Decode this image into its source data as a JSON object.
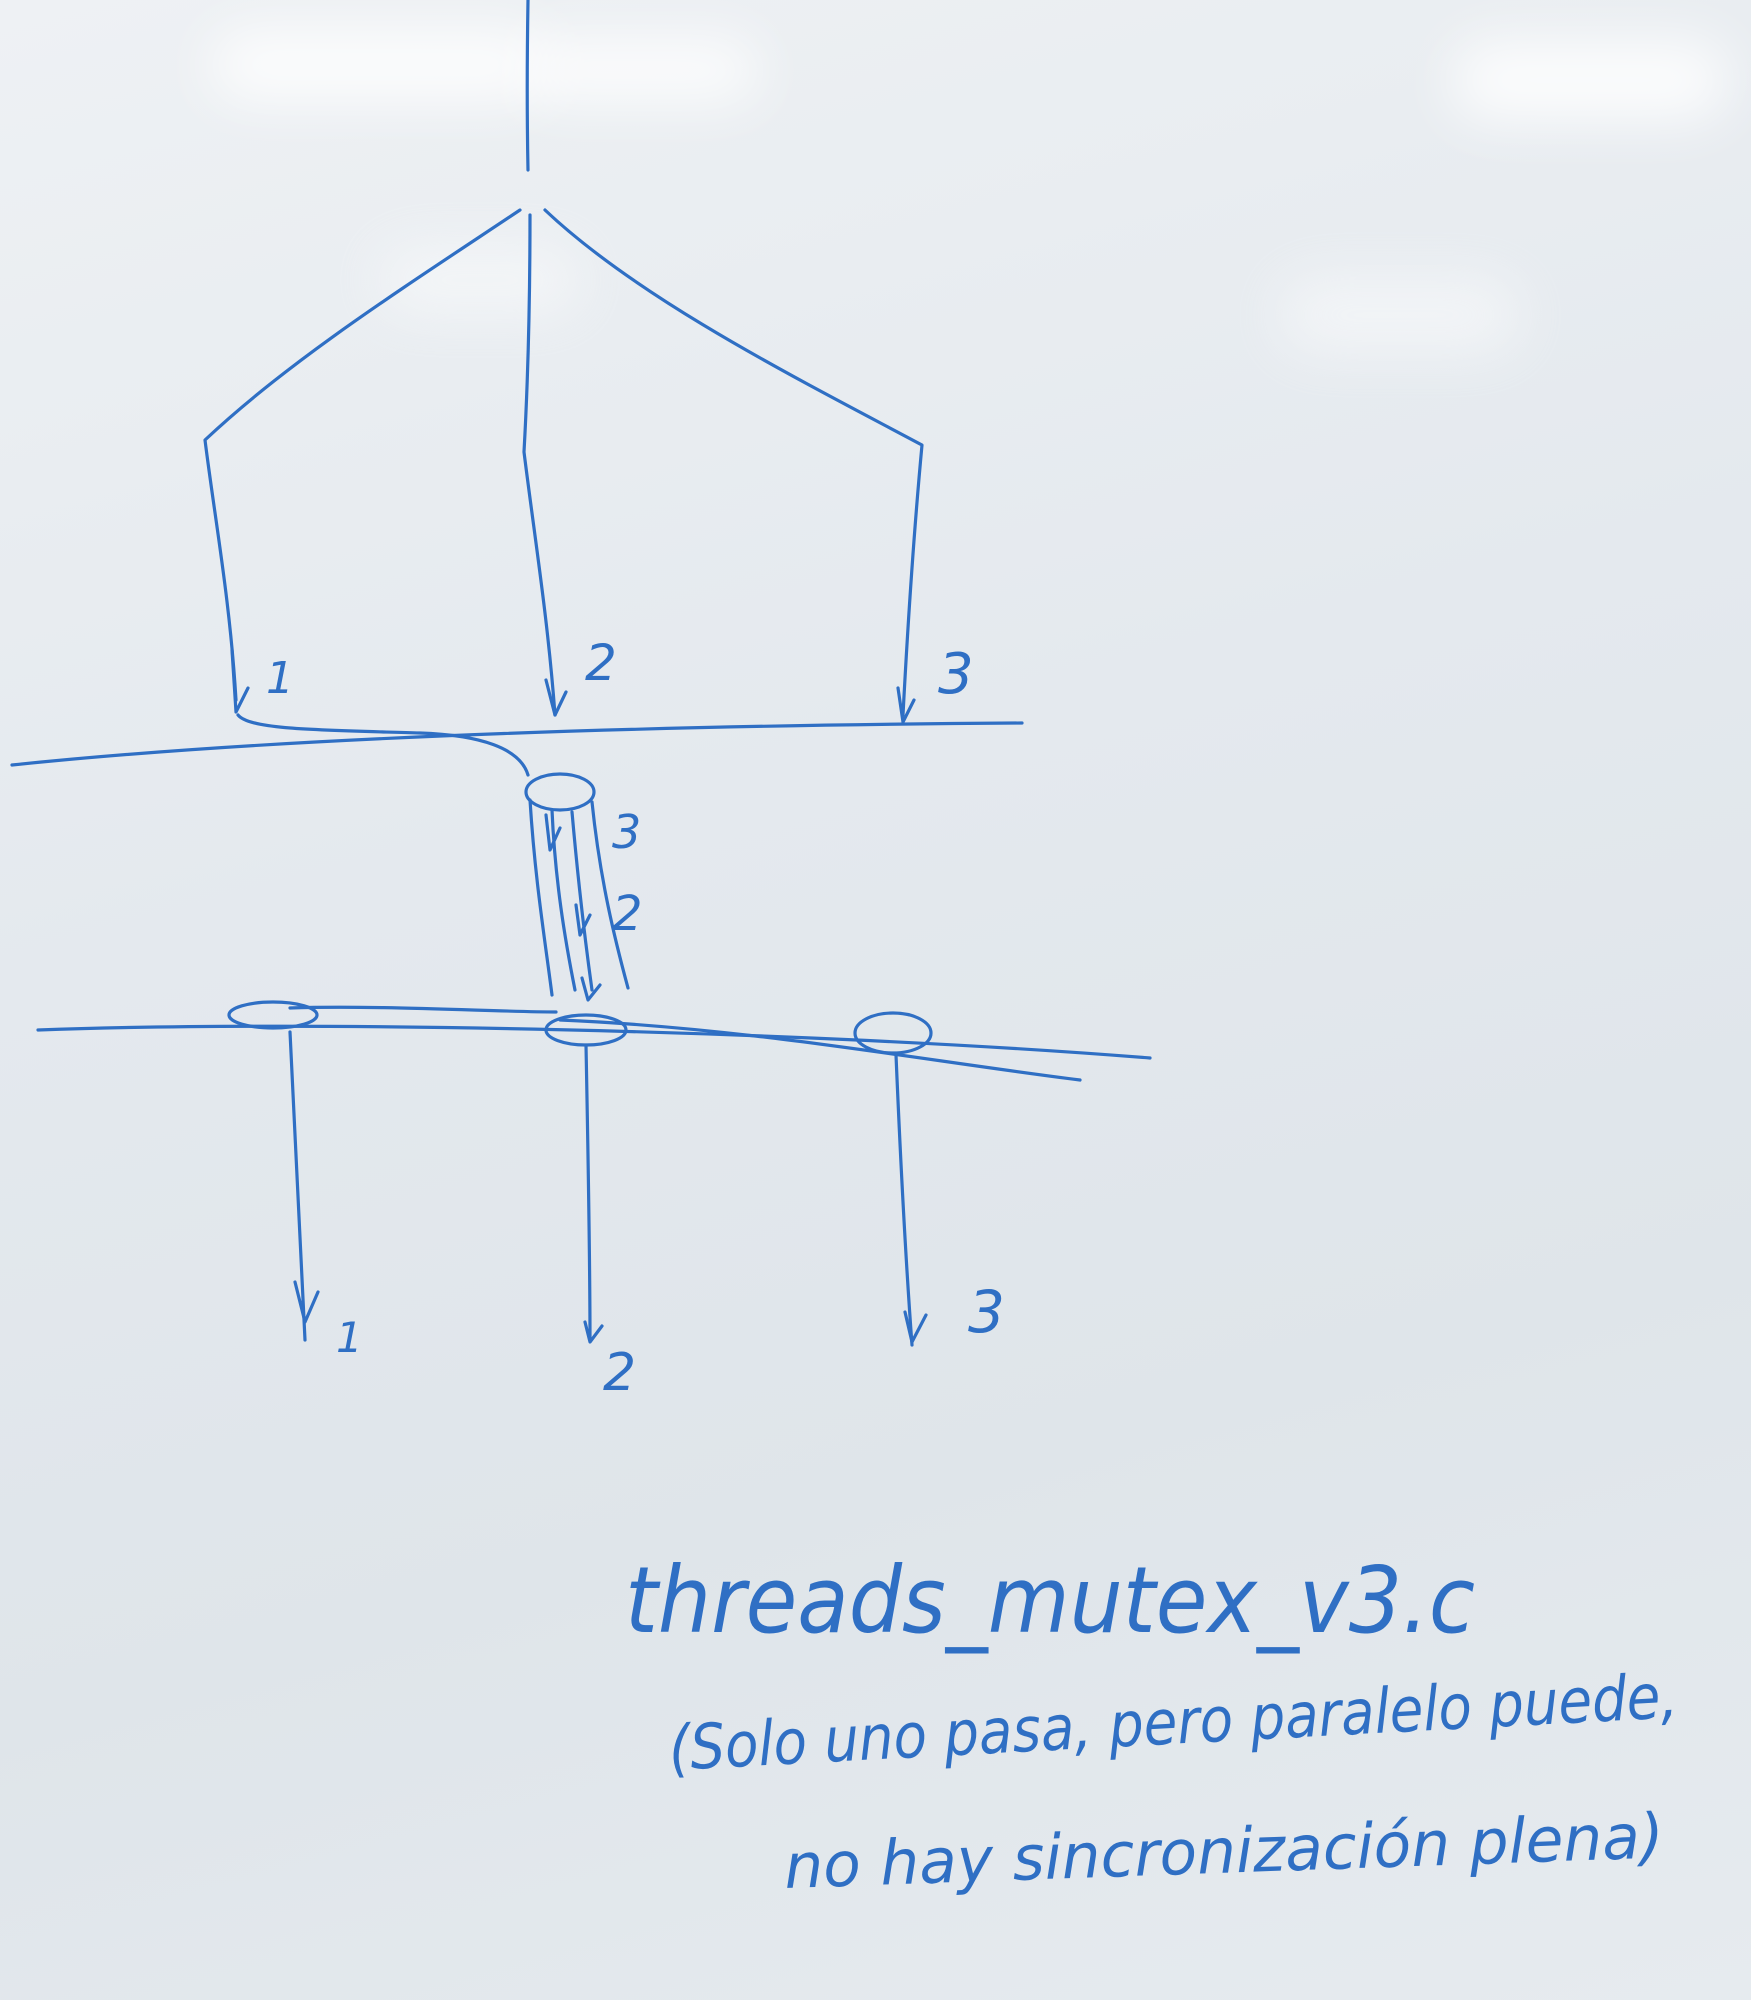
{
  "diagram": {
    "top_threads": {
      "labels": [
        "1",
        "2",
        "3"
      ]
    },
    "critical_section": {
      "labels": [
        "3",
        "2"
      ]
    },
    "bottom_threads": {
      "labels": [
        "1",
        "2",
        "3"
      ]
    }
  },
  "notes": {
    "filename": "threads_mutex_v3.c",
    "comment_line1": "(Solo uno pasa, pero paralelo puede,",
    "comment_line2": "no hay sincronización plena)"
  },
  "colors": {
    "ink": "#2f6fc4",
    "board": "#e6ebef"
  }
}
